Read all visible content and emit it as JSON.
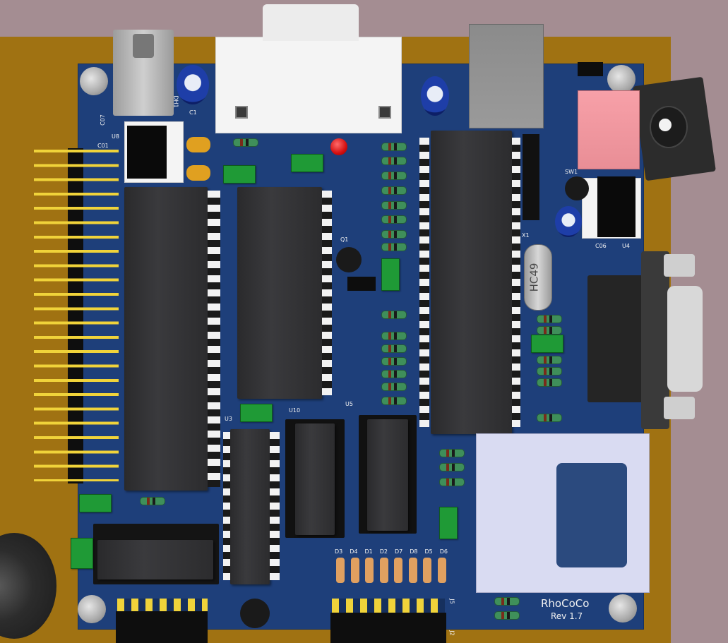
{
  "board": {
    "title": "RhoCoCo",
    "revision": "Rev 1.7",
    "colors": {
      "pcb": "#1e3f7a",
      "carrier": "#a07212",
      "pad": "#e9d21a",
      "background": "#a48d92"
    }
  },
  "labels": {
    "dh1": "DH1",
    "c1": "C1",
    "c07": "C07",
    "c01": "C01",
    "u8": "U8",
    "q1": "Q1",
    "sw1": "SW1",
    "c06": "C06",
    "u4": "U4",
    "x1": "X1",
    "crystal": "HC49",
    "u3": "U3",
    "u10": "U10",
    "u5": "U5",
    "j5": "J5",
    "j2": "J2",
    "leds": [
      "D3",
      "D4",
      "D1",
      "D2",
      "D7",
      "D8",
      "D5",
      "D6"
    ]
  },
  "icons": [
    "audio-jack-icon",
    "dsub-connector-icon",
    "usb-connector-icon",
    "power-jack-icon",
    "speaker-icon",
    "sd-card-slot-icon"
  ]
}
